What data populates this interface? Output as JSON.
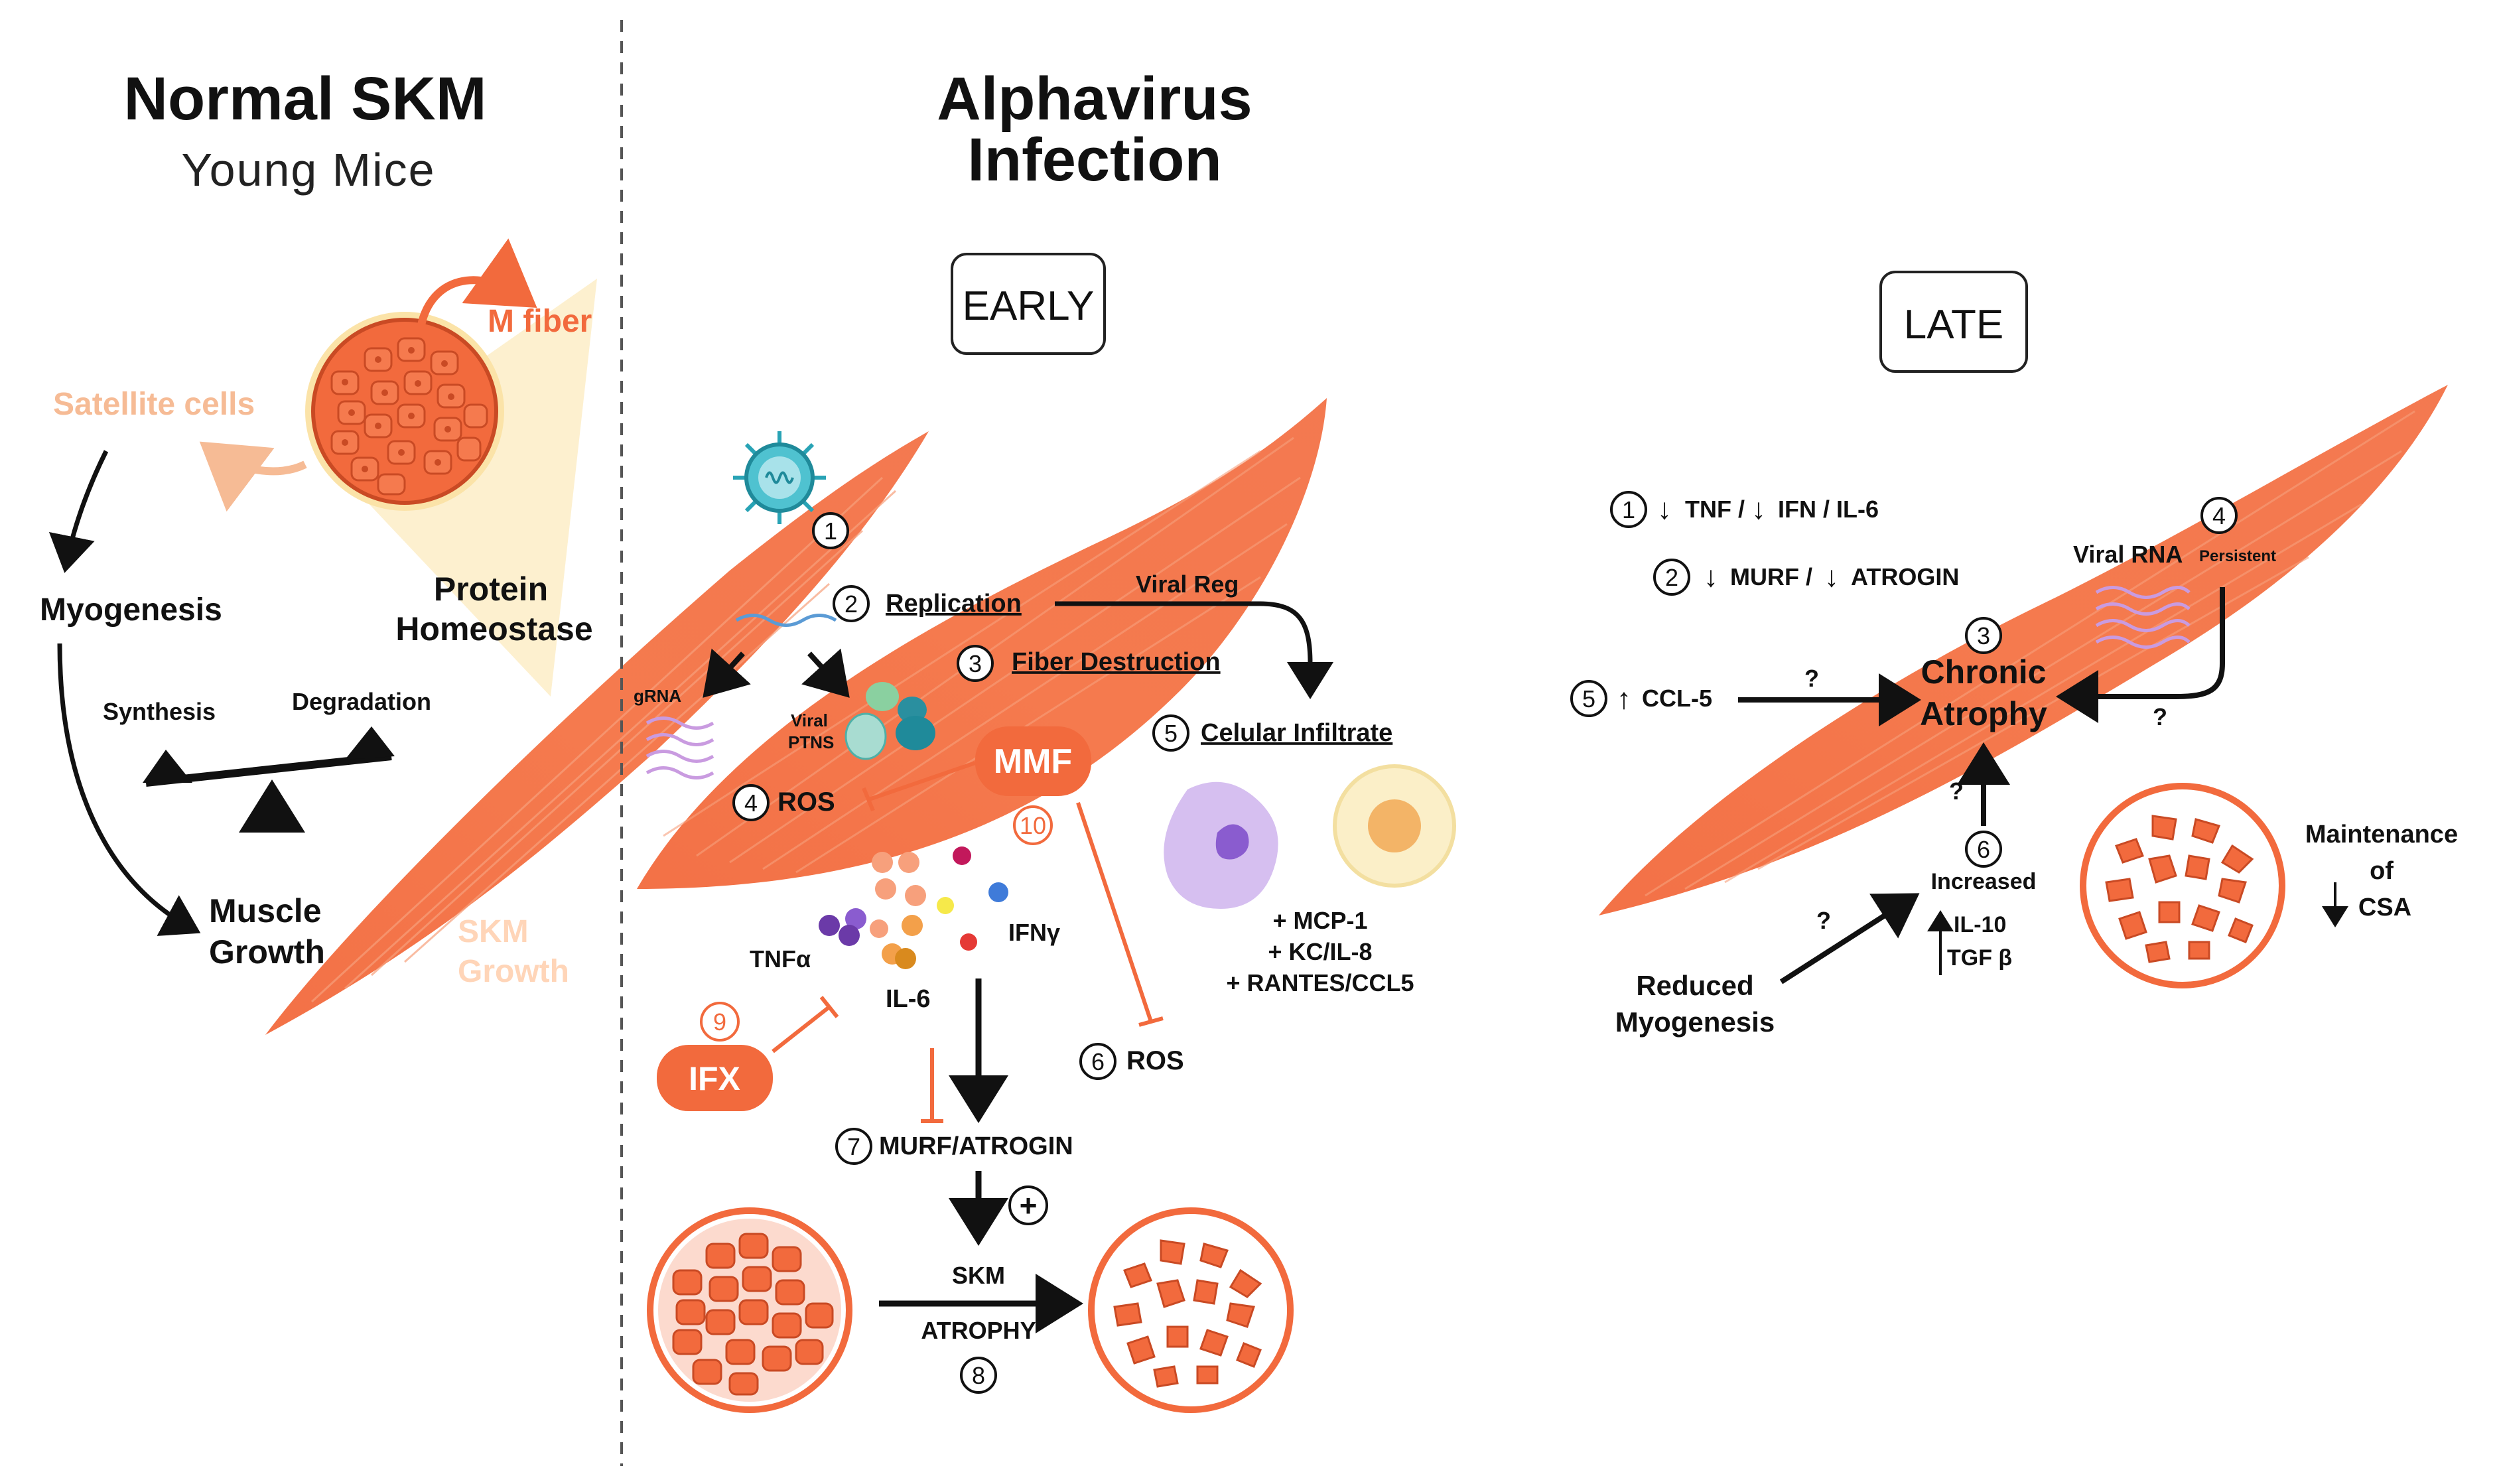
{
  "colors": {
    "muscle": "#f26a3d",
    "muscle_light": "#f7a07c",
    "fiber_edge": "#c94a24",
    "inhibitor": "#f26a3d",
    "text": "#111111",
    "peach": "#f6bb95",
    "halo": "#fbe3a8"
  },
  "left_panel": {
    "title": "Normal SKM",
    "subtitle": "Young Mice",
    "m_fiber": "M fiber",
    "satellite_cells": "Satellite cells",
    "myogenesis": "Myogenesis",
    "protein_homeostase_1": "Protein",
    "protein_homeostase_2": "Homeostase",
    "synthesis": "Synthesis",
    "degradation": "Degradation",
    "muscle_growth_1": "Muscle",
    "muscle_growth_2": "Growth",
    "skm_growth_1": "SKM",
    "skm_growth_2": "Growth"
  },
  "middle_panel": {
    "title_1": "Alphavirus",
    "title_2": "Infection",
    "early": "EARLY",
    "n1": "1",
    "n2": "2",
    "replication": "Replication",
    "n3": "3",
    "fiber_destruction": "Fiber Destruction",
    "viral_reg": "Viral Reg",
    "grna": "gRNA",
    "viral_ptns_1": "Viral",
    "viral_ptns_2": "PTNS",
    "n4": "4",
    "ros": "ROS",
    "mmf": "MMF",
    "n10": "10",
    "n5": "5",
    "celular_infiltrate": "Celular Infiltrate",
    "mcp1": "+ MCP-1",
    "kc_il8": "+ KC/IL-8",
    "rantes": "+ RANTES/CCL5",
    "tnfa": "TNFα",
    "il6": "IL-6",
    "ifng": "IFNγ",
    "n9": "9",
    "ifx": "IFX",
    "n6": "6",
    "ros2": "ROS",
    "n7": "7",
    "murf_atrogin": "MURF/ATROGIN",
    "plus": "+",
    "skm": "SKM",
    "atrophy": "ATROPHY",
    "n8": "8"
  },
  "right_panel": {
    "late": "LATE",
    "n1": "1",
    "tnf_line": "TNF / ",
    "ifn_line": "IFN / IL-6",
    "n2": "2",
    "murf": "MURF / ",
    "atrogin": "ATROGIN",
    "n4": "4",
    "viral_rna": "Viral RNA",
    "persistent": "Persistent",
    "n3": "3",
    "chronic": "Chronic",
    "atrophy": "Atrophy",
    "n5": "5",
    "ccl5": "CCL-5",
    "q": "?",
    "n6": "6",
    "increased": "Increased",
    "il10": "IL-10",
    "tgfb": "TGF β",
    "reduced_1": "Reduced",
    "reduced_2": "Myogenesis",
    "maintenance_1": "Maintenance",
    "maintenance_2": "of",
    "maintenance_3": "CSA"
  }
}
